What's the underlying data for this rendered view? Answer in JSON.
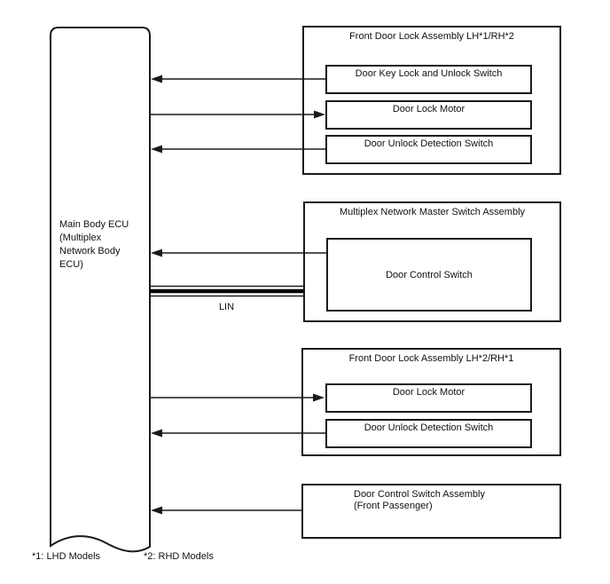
{
  "ecu": {
    "label": "Main Body ECU\n(Multiplex\nNetwork Body\nECU)"
  },
  "bus": {
    "label": "LIN"
  },
  "assemblies": [
    {
      "title": "Front Door Lock Assembly LH*1/RH*2",
      "components": [
        "Door Key Lock and Unlock Switch",
        "Door Lock Motor",
        "Door Unlock Detection Switch"
      ]
    },
    {
      "title": "Multiplex Network Master Switch Assembly",
      "components": [
        "Door Control Switch"
      ]
    },
    {
      "title": "Front Door Lock Assembly LH*2/RH*1",
      "components": [
        "Door Lock Motor",
        "Door Unlock Detection Switch"
      ]
    },
    {
      "title": "Door Control Switch Assembly",
      "subtitle": "(Front Passenger)"
    }
  ],
  "footnotes": [
    "*1: LHD Models",
    "*2: RHD Models"
  ],
  "colors": {
    "line": "#1a1a1a",
    "background": "#ffffff"
  }
}
